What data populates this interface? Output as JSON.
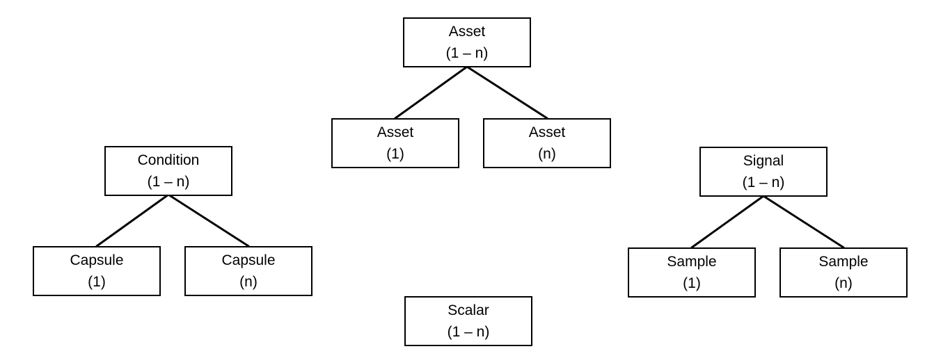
{
  "diagram": {
    "nodes": [
      {
        "id": "asset-root",
        "name": "Asset",
        "multiplicity": "(1 – n)"
      },
      {
        "id": "asset-one",
        "name": "Asset",
        "multiplicity": "(1)"
      },
      {
        "id": "asset-many",
        "name": "Asset",
        "multiplicity": "(n)"
      },
      {
        "id": "condition-root",
        "name": "Condition",
        "multiplicity": "(1 – n)"
      },
      {
        "id": "capsule-one",
        "name": "Capsule",
        "multiplicity": "(1)"
      },
      {
        "id": "capsule-many",
        "name": "Capsule",
        "multiplicity": "(n)"
      },
      {
        "id": "signal-root",
        "name": "Signal",
        "multiplicity": "(1 – n)"
      },
      {
        "id": "sample-one",
        "name": "Sample",
        "multiplicity": "(1)"
      },
      {
        "id": "sample-many",
        "name": "Sample",
        "multiplicity": "(n)"
      },
      {
        "id": "scalar",
        "name": "Scalar",
        "multiplicity": "(1 – n)"
      }
    ],
    "edges": [
      {
        "from": "asset-root",
        "to": "asset-one"
      },
      {
        "from": "asset-root",
        "to": "asset-many"
      },
      {
        "from": "condition-root",
        "to": "capsule-one"
      },
      {
        "from": "condition-root",
        "to": "capsule-many"
      },
      {
        "from": "signal-root",
        "to": "sample-one"
      },
      {
        "from": "signal-root",
        "to": "sample-many"
      }
    ],
    "colors": {
      "stroke": "#000000",
      "fill": "#ffffff",
      "text": "#000000"
    }
  }
}
